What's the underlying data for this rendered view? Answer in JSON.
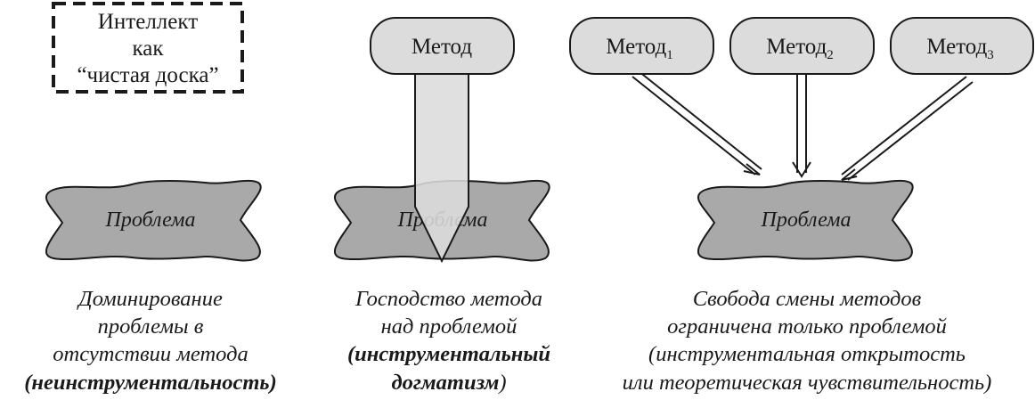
{
  "panels": [
    {
      "box": {
        "lines": [
          "Интеллект",
          "как",
          "“чистая доска”"
        ]
      },
      "problem": "Проблема",
      "caption": [
        "Доминирование",
        "проблемы в",
        "отсутствии метода"
      ],
      "caption_bold": "(неинструментальность)"
    },
    {
      "method": "Метод",
      "problem": "Проблема",
      "caption": [
        "Господство метода",
        "над проблемой"
      ],
      "caption_bold": [
        "(инструментальный",
        "догматизм"
      ],
      "caption_tail": ")"
    },
    {
      "methods": [
        {
          "label": "Метод",
          "sub": "1"
        },
        {
          "label": "Метод",
          "sub": "2"
        },
        {
          "label": "Метод",
          "sub": "3"
        }
      ],
      "problem": "Проблема",
      "caption": [
        "Свобода смены методов",
        "ограничена только проблемой",
        "(инструментальная открытость",
        "или теоретическая чувствительность)"
      ]
    }
  ]
}
